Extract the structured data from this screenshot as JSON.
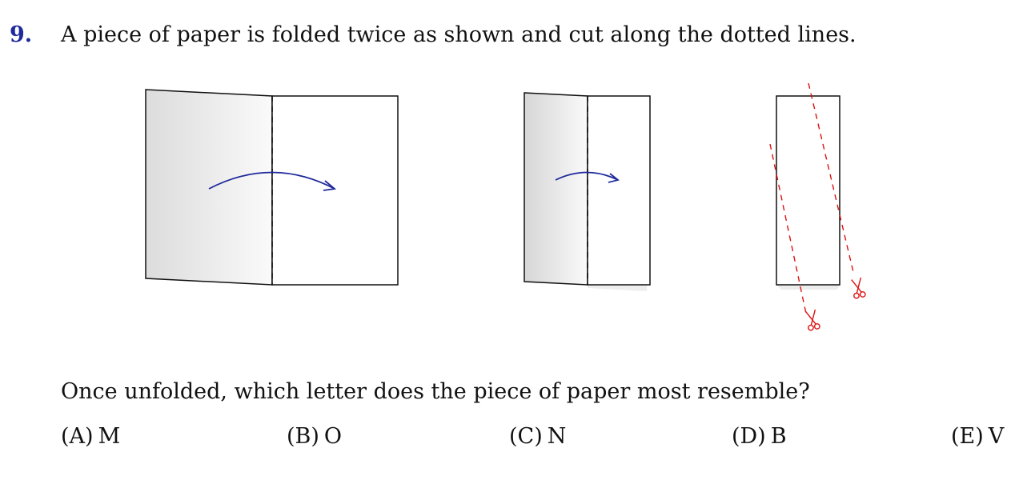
{
  "question": {
    "number": "9.",
    "text": "A piece of paper is folded twice as shown and cut along the dotted lines."
  },
  "prompt": "Once unfolded, which letter does the piece of paper most resemble?",
  "options": [
    {
      "label": "(A)",
      "value": "M"
    },
    {
      "label": "(B)",
      "value": "O"
    },
    {
      "label": "(C)",
      "value": "N"
    },
    {
      "label": "(D)",
      "value": "B"
    },
    {
      "label": "(E)",
      "value": "V"
    }
  ],
  "colors": {
    "question_number": "#1f2a9c",
    "fold_arrow": "#1f2a9c",
    "cut_lines": "#dd1111"
  },
  "icons": [
    "fold-arrow-icon",
    "scissors-icon"
  ]
}
